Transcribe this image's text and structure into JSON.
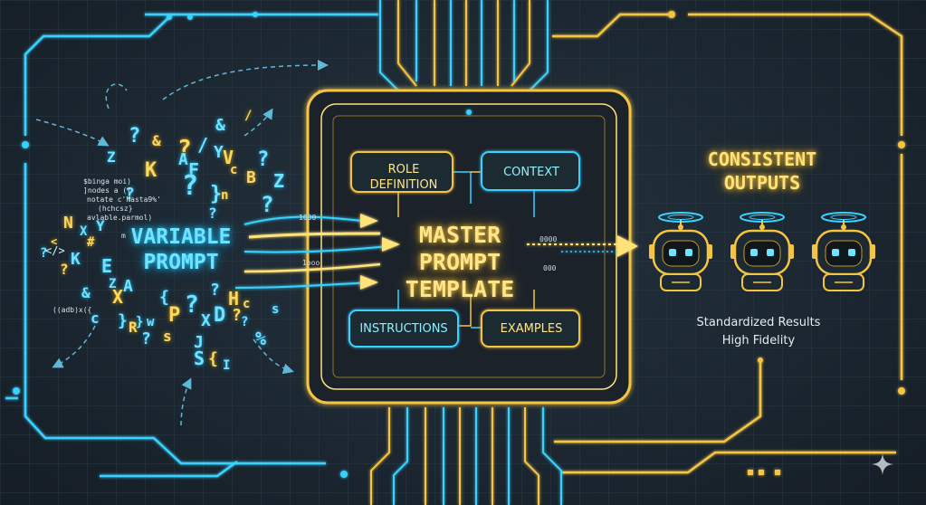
{
  "left": {
    "title": "VARIABLE\nPROMPT",
    "code_lines": [
      "$binga moi)",
      "]nodes a ((",
      "notate c'Nasta9%'",
      "(hchcsz}",
      "avlable.parmol)",
      "((adb)x({",
      "m",
      "</>"
    ],
    "glyphs": [
      "?",
      "/",
      "Y",
      "&",
      "?",
      "Z",
      "K",
      "?",
      "A",
      "V",
      "F",
      "}",
      "c",
      "?",
      "?",
      "B",
      "?",
      "Z",
      "n",
      "?",
      "&",
      "N",
      "X",
      "Y",
      "?",
      "E",
      "K",
      "#",
      "?",
      "Z",
      "X",
      "A",
      "{",
      "P",
      "?",
      "?",
      "H",
      "D",
      "X",
      "?",
      "c",
      "w",
      "s",
      "J",
      "}",
      "R",
      "?",
      "S",
      "{",
      "%",
      "?",
      "c",
      "&",
      "}",
      "<",
      "?",
      "s",
      "/",
      "I"
    ]
  },
  "center": {
    "title": "MASTER\nPROMPT\nTEMPLATE",
    "boxes": {
      "role": "ROLE\nDEFINITION",
      "context": "CONTEXT",
      "instructions": "INSTRUCTIONS",
      "examples": "EXAMPLES"
    },
    "code_streams": [
      "1000",
      "1ooo",
      "0000",
      "000"
    ]
  },
  "right": {
    "title": "CONSISTENT\nOUTPUTS",
    "subtitle_line1": "Standardized Results",
    "subtitle_line2": "High Fidelity",
    "robot_count": 3
  },
  "colors": {
    "background": "#1b2630",
    "cyan": "#37d2ff",
    "gold": "#f5c542",
    "grid": "#2a3945"
  },
  "icons": [
    "robot-icon",
    "sparkle-icon"
  ]
}
